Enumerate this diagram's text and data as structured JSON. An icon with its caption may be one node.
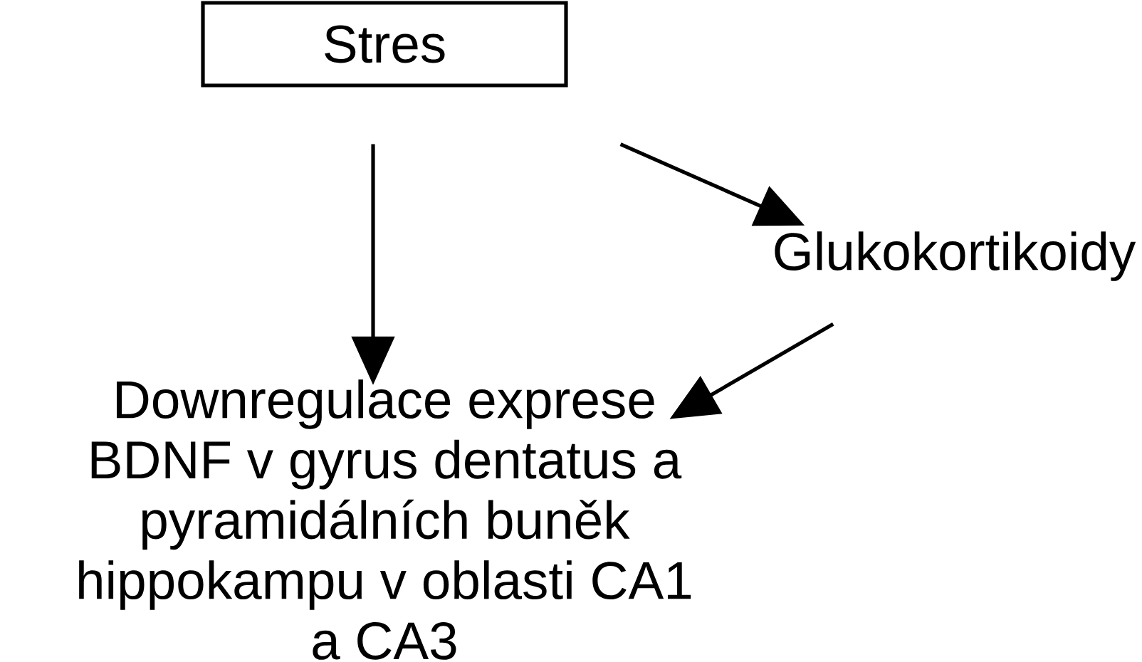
{
  "diagram": {
    "nodes": [
      {
        "text": [
          "Stres"
        ]
      },
      {
        "text": [
          "Glukokortikoidy"
        ]
      },
      {
        "text": [
          "Downregulace exprese BDNF v gyrus dentatus a pyramidálních buněk hippokampu v oblasti CA1 a CA3"
        ]
      }
    ],
    "edges": [
      {
        "from": 0,
        "to": 2,
        "arrow": "to"
      },
      {
        "from": 0,
        "to": 1,
        "arrow": "to"
      },
      {
        "from": 1,
        "to": 2,
        "arrow": "to"
      }
    ]
  }
}
